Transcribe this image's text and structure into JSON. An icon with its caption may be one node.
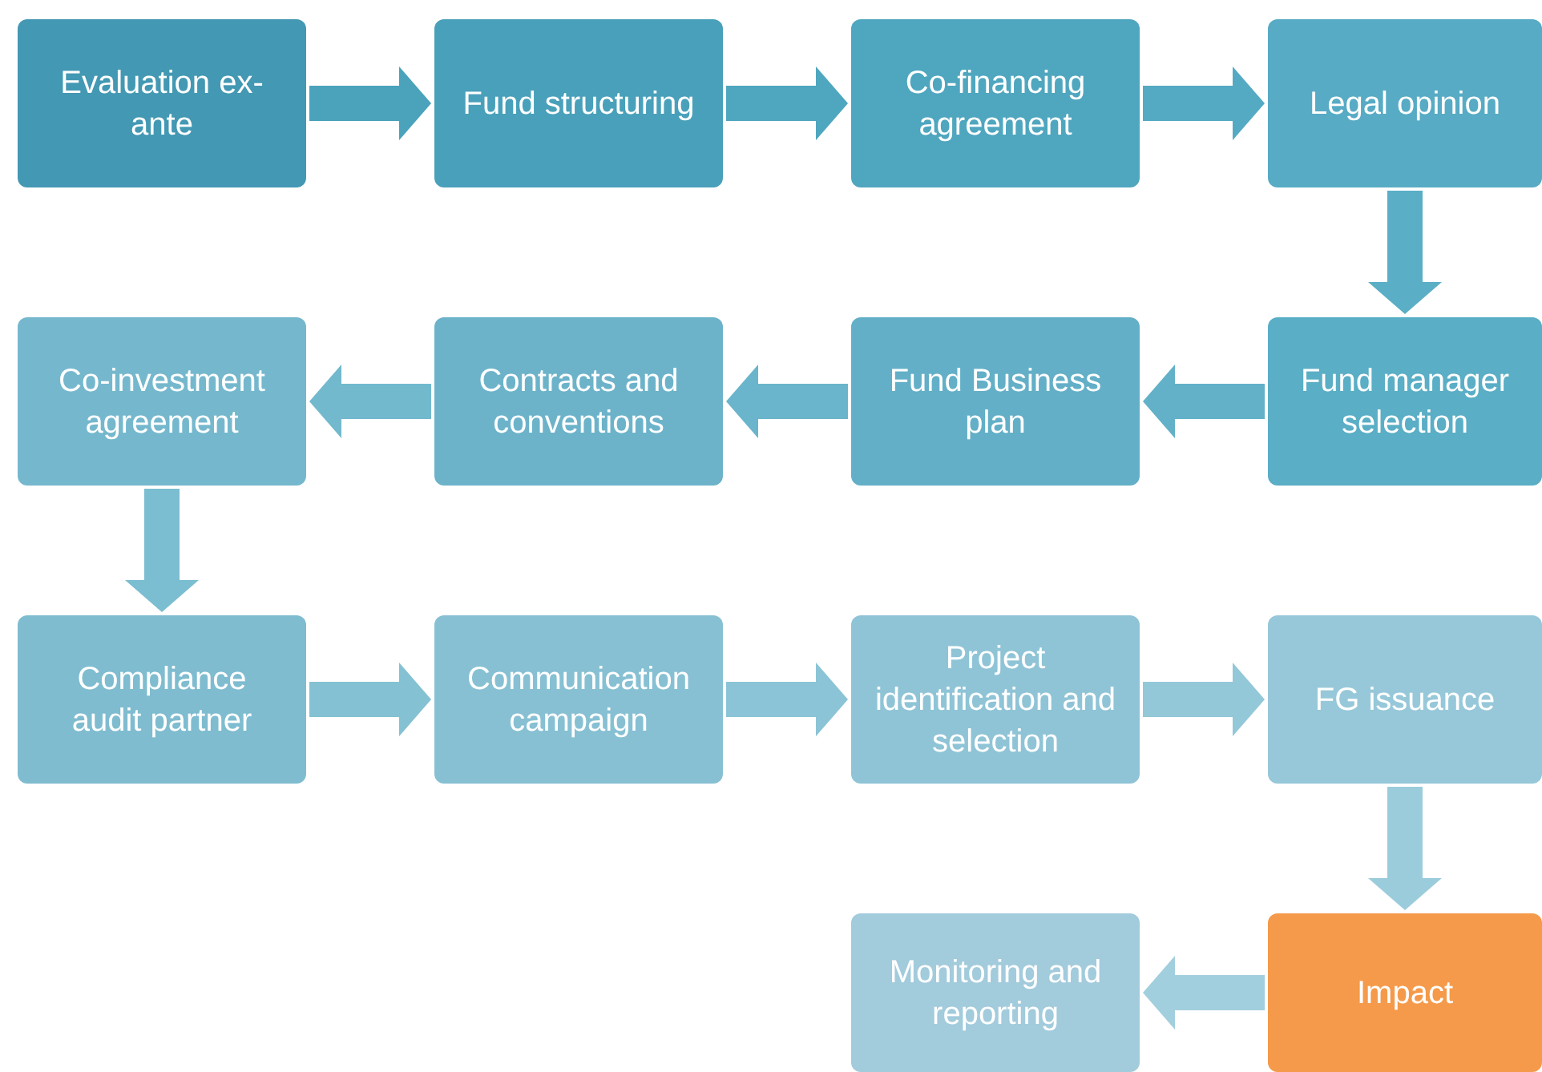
{
  "diagram": {
    "nodes": [
      {
        "text": [
          "Evaluation ex-ante"
        ]
      },
      {
        "text": [
          "Fund structuring"
        ]
      },
      {
        "text": [
          "Co-financing agreement"
        ]
      },
      {
        "text": [
          "Legal opinion"
        ]
      },
      {
        "text": [
          "Fund manager selection"
        ]
      },
      {
        "text": [
          "Fund Business plan"
        ]
      },
      {
        "text": [
          "Contracts and conventions"
        ]
      },
      {
        "text": [
          "Co-investment agreement"
        ]
      },
      {
        "text": [
          "Compliance audit partner"
        ]
      },
      {
        "text": [
          "Communication campaign"
        ]
      },
      {
        "text": [
          "Project identification and selection"
        ]
      },
      {
        "text": [
          "FG issuance"
        ]
      },
      {
        "text": [
          "Impact"
        ]
      },
      {
        "text": [
          "Monitoring and reporting"
        ]
      }
    ],
    "edges": [
      {
        "from": 0,
        "to": 1,
        "arrow": "to"
      },
      {
        "from": 1,
        "to": 2,
        "arrow": "to"
      },
      {
        "from": 2,
        "to": 3,
        "arrow": "to"
      },
      {
        "from": 3,
        "to": 4,
        "arrow": "to"
      },
      {
        "from": 4,
        "to": 5,
        "arrow": "to"
      },
      {
        "from": 5,
        "to": 6,
        "arrow": "to"
      },
      {
        "from": 6,
        "to": 7,
        "arrow": "to"
      },
      {
        "from": 7,
        "to": 8,
        "arrow": "to"
      },
      {
        "from": 8,
        "to": 9,
        "arrow": "to"
      },
      {
        "from": 9,
        "to": 10,
        "arrow": "to"
      },
      {
        "from": 10,
        "to": 11,
        "arrow": "to"
      },
      {
        "from": 11,
        "to": 12,
        "arrow": "to"
      },
      {
        "from": 12,
        "to": 13,
        "arrow": "to"
      }
    ]
  }
}
